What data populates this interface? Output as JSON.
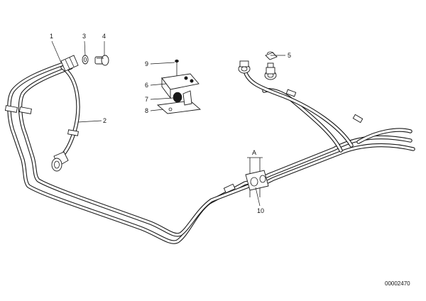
{
  "diagram": {
    "callouts": [
      {
        "id": "1",
        "label": "1"
      },
      {
        "id": "2",
        "label": "2"
      },
      {
        "id": "3",
        "label": "3"
      },
      {
        "id": "4",
        "label": "4"
      },
      {
        "id": "5",
        "label": "5"
      },
      {
        "id": "6",
        "label": "6"
      },
      {
        "id": "7",
        "label": "7"
      },
      {
        "id": "8",
        "label": "8"
      },
      {
        "id": "9",
        "label": "9"
      },
      {
        "id": "10",
        "label": "10"
      }
    ],
    "section_marker": "A",
    "drawing_number": "00002470"
  }
}
